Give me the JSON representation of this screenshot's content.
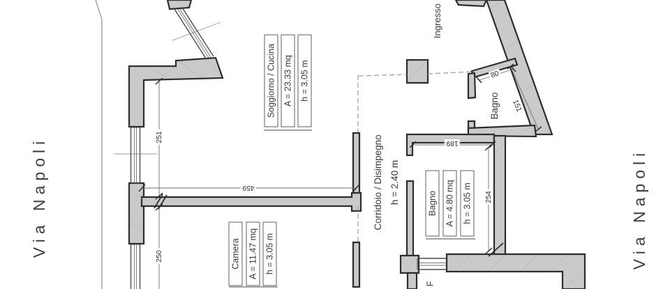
{
  "plan": {
    "streets": {
      "left": "Via Napoli",
      "right": "Via Napoli"
    },
    "rooms": {
      "soggiorno_cucina": {
        "name": "Soggiorno / Cucina",
        "area": "A = 23.33 mq",
        "height": "h = 3.05 m"
      },
      "camera": {
        "name": "Camera",
        "area": "A = 11.47 mq",
        "height": "h = 3.05 m"
      },
      "bagno_piccolo": {
        "name": "Bagno",
        "area": "A = 4.80 mq",
        "height": "h = 3.05 m"
      },
      "corridoio": {
        "name": "Corridoio / Disimpegno",
        "height": "h = 2.40 m"
      },
      "ingresso": {
        "name": "Ingresso"
      },
      "bagno_ingresso": {
        "name": "Bagno"
      },
      "room_cut": {
        "name": "F"
      }
    },
    "dimensions": {
      "window_upper_left": "251",
      "window_lower_left": "250",
      "wall_center": "459",
      "bagno_width": "189",
      "bagno_height": "254",
      "bagno_ingresso_width": "80",
      "bagno_ingresso_diagonal": "151"
    },
    "colors": {
      "wall_fill": "#cacaca",
      "wall_stroke": "#2d2d2d",
      "dim_line": "#6f6f6f",
      "dashed_line": "#999999",
      "text": "#3a3a3a"
    }
  }
}
